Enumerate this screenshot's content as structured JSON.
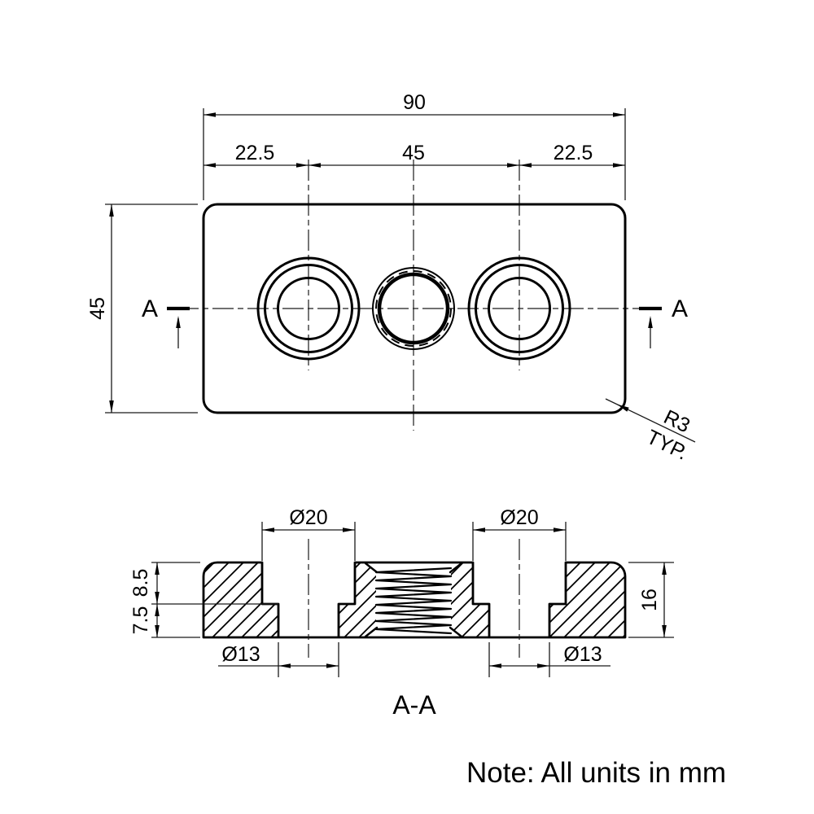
{
  "note": {
    "text": "Note: All units in mm"
  },
  "section": {
    "marker": "A",
    "label": "A-A"
  },
  "top_view": {
    "width": "90",
    "left_offset": "22.5",
    "center_spacing": "45",
    "right_offset": "22.5",
    "height": "45",
    "corner_radius": "R3",
    "corner_radius_typ": "TYP."
  },
  "section_view": {
    "cb_diameter_left": "Ø20",
    "cb_diameter_right": "Ø20",
    "cb_depth": "8.5",
    "hole_depth": "7.5",
    "hole_diameter_left": "Ø13",
    "hole_diameter_right": "Ø13",
    "thickness": "16"
  },
  "colors": {
    "line": "#000000",
    "background": "#ffffff"
  }
}
